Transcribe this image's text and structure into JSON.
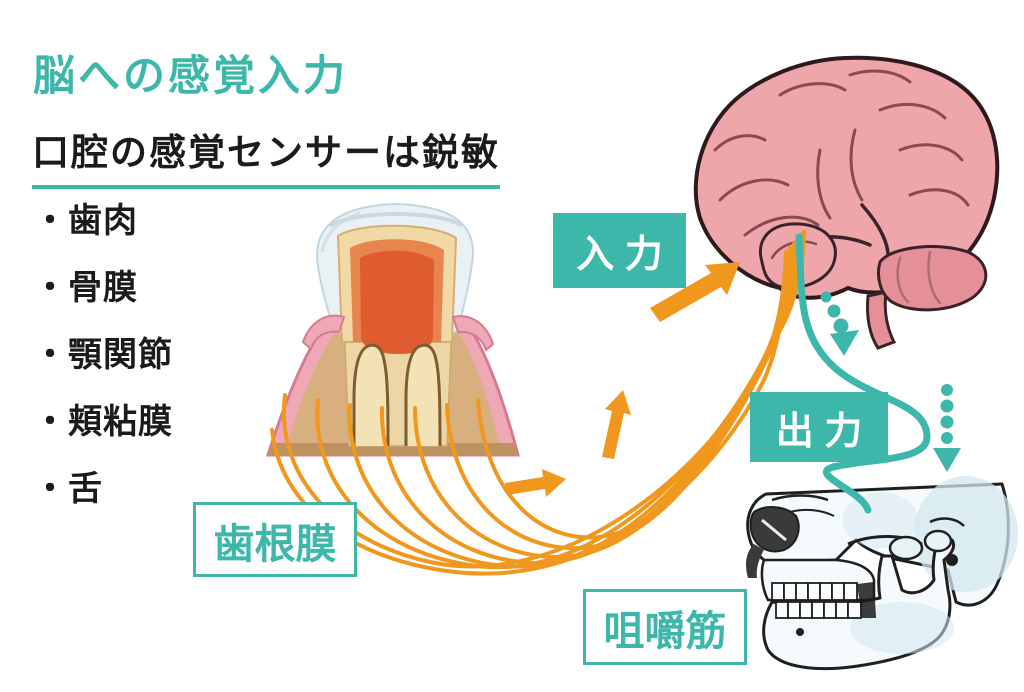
{
  "title": "脳への感覚入力",
  "subtitle": "口腔の感覚センサーは鋭敏",
  "sensors": [
    "・歯肉",
    "・骨膜",
    "・顎関節",
    "・頬粘膜",
    "・舌"
  ],
  "labels": {
    "input": "入 力",
    "output": "出 力",
    "periodontal_ligament": "歯根膜",
    "masticatory_muscle": "咀嚼筋"
  },
  "illustrations": {
    "tooth": "tooth-cross-section",
    "brain": "brain-side-view",
    "skull": "skull-jaw-side-view",
    "nerves": "orange-nerve-fiber-bundle-from-tooth-to-brain",
    "output_path": "teal-curve-from-brain-to-jaw"
  },
  "colors": {
    "teal": "#3DB7AA",
    "orange": "#F0981E",
    "text_black": "#1B1B1B",
    "brain_pink": "#EFA6AB",
    "brain_dark_pink": "#E58F99",
    "skull_blue": "#D2E7EF",
    "ink": "#241A1C"
  }
}
